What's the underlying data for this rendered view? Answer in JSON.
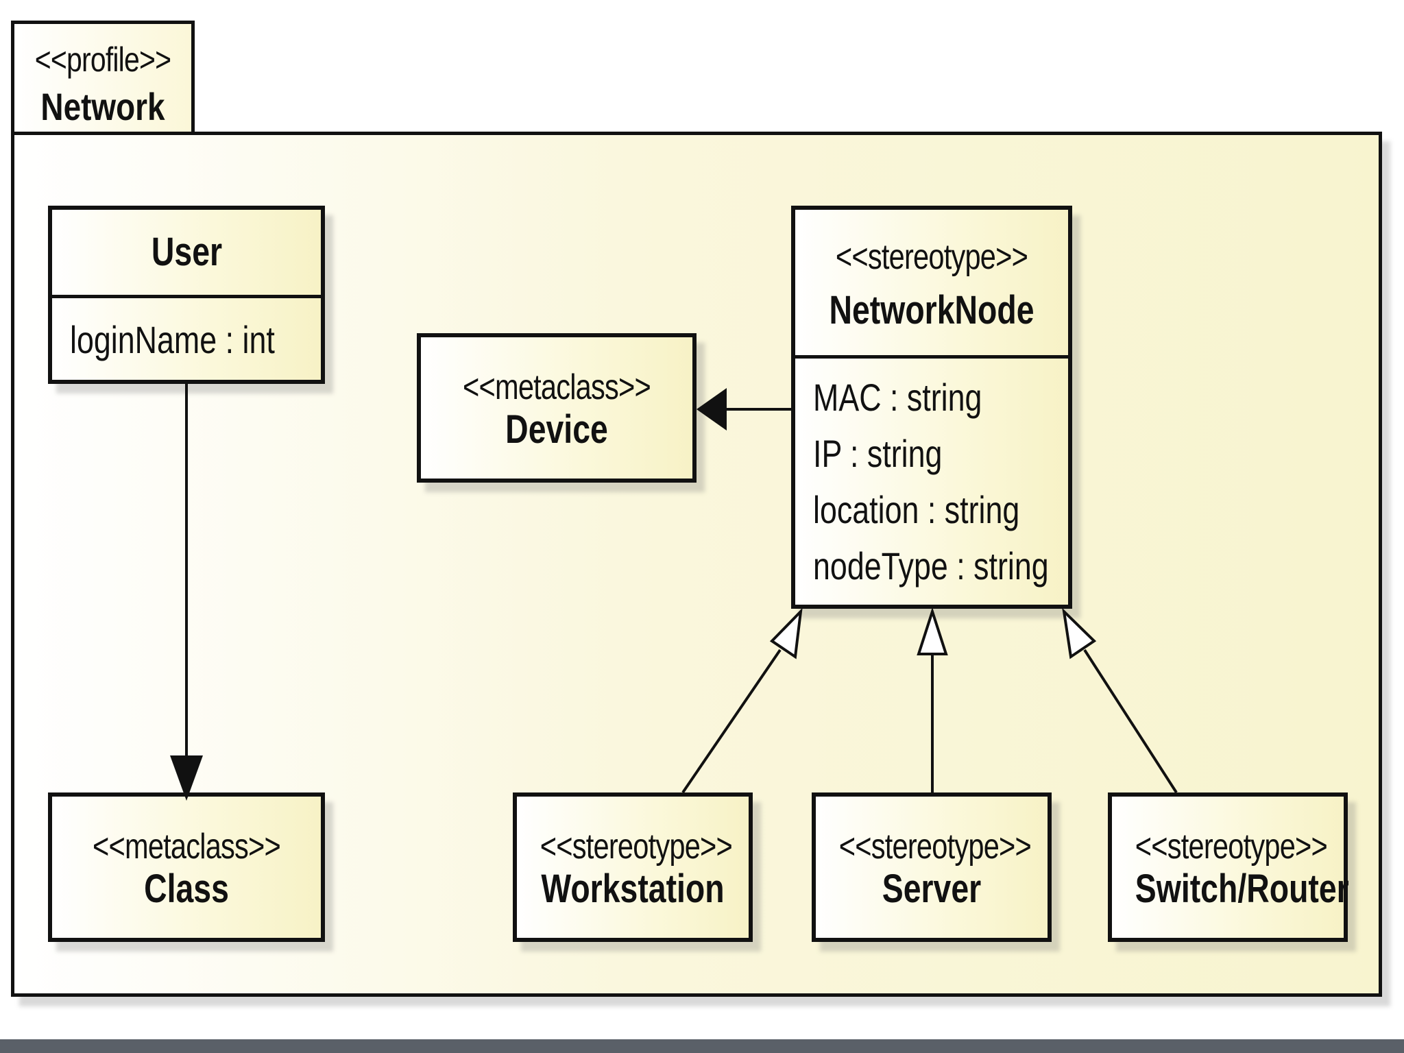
{
  "package": {
    "stereotype": "<<profile>>",
    "name": "Network"
  },
  "classes": {
    "user": {
      "name": "User",
      "attributes": [
        "loginName : int"
      ]
    },
    "class_meta": {
      "stereotype": "<<metaclass>>",
      "name": "Class"
    },
    "device": {
      "stereotype": "<<metaclass>>",
      "name": "Device"
    },
    "network_node": {
      "stereotype": "<<stereotype>>",
      "name": "NetworkNode",
      "attributes": [
        "MAC : string",
        "IP : string",
        "location : string",
        "nodeType : string"
      ]
    },
    "workstation": {
      "stereotype": "<<stereotype>>",
      "name": "Workstation"
    },
    "server": {
      "stereotype": "<<stereotype>>",
      "name": "Server"
    },
    "switch_router": {
      "stereotype": "<<stereotype>>",
      "name": "Switch/Router"
    }
  },
  "relations": [
    {
      "type": "association",
      "from": "User",
      "to": "Class"
    },
    {
      "type": "extension",
      "from": "NetworkNode",
      "to": "Device"
    },
    {
      "type": "generalization",
      "from": "Workstation",
      "to": "NetworkNode"
    },
    {
      "type": "generalization",
      "from": "Server",
      "to": "NetworkNode"
    },
    {
      "type": "generalization",
      "from": "Switch/Router",
      "to": "NetworkNode"
    }
  ]
}
